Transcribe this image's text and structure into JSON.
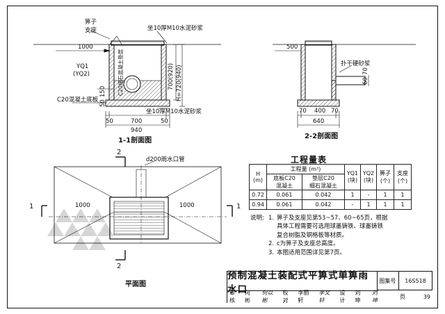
{
  "section_1_1": {
    "title": "1-1剖面图",
    "label_grate": "箅子",
    "label_seat": "支座",
    "label_mortar_top": "坐10厚M10水泥砂浆",
    "label_mortar_bottom": "坐10厚M10水泥砂浆",
    "label_fill": "C20细石混凝土垫层",
    "label_base": "C20混凝土底板",
    "label_pipe_1": "YQ1",
    "label_pipe_2": "(YQ2)",
    "dim_1000": "1000",
    "dim_700_920": "700(920)",
    "dim_h": "H=720(940)",
    "dim_150": "150",
    "dim_50": "50",
    "dim_bottom_50_left": "50",
    "dim_bottom_700": "700",
    "dim_bottom_50_right": "50",
    "dim_bottom_940": "940"
  },
  "section_2_2": {
    "title": "2-2剖面图",
    "label_brick": "扑干硬砂浆",
    "dim_500": "500",
    "dim_60": "60",
    "dim_70": "70",
    "dim_400": "400",
    "dim_bottom_70": "70",
    "dim_640": "640"
  },
  "plan": {
    "title": "平面图",
    "pipe_label": "d200雨水口管",
    "dim_left": "1000",
    "dim_right": "1000",
    "mark_1_left": "1",
    "mark_1_right": "1",
    "mark_2_top": "2",
    "mark_2_bottom": "2"
  },
  "quantity_table": {
    "title": "工程量表",
    "h_col": "H",
    "h_unit": "(m)",
    "qty_head": "工程量 (m³)",
    "col_base": "底板C20",
    "col_base_2": "混凝土",
    "col_fill": "垫层C20",
    "col_fill_2": "细石混凝土",
    "col_yq1": "YQ1",
    "col_yq1_unit": "(块)",
    "col_yq2": "YQ2",
    "col_yq2_unit": "(块)",
    "col_grate": "箅子",
    "col_grate_unit": "(个)",
    "col_seat": "支座",
    "col_seat_unit": "(个)",
    "rows": [
      {
        "h": "0.72",
        "base": "0.061",
        "fill": "0.042",
        "yq1": "1",
        "yq2": "-",
        "grate": "1",
        "seat": "1"
      },
      {
        "h": "0.94",
        "base": "0.061",
        "fill": "0.042",
        "yq1": "-",
        "yq2": "1",
        "grate": "1",
        "seat": "1"
      }
    ]
  },
  "notes": {
    "label": "说明:",
    "items": [
      {
        "num": "1.",
        "text": "箅子及支座见第53~57、60~65页，根据"
      },
      {
        "num": "",
        "text": "具体工程需要可选用球墨铸铁、球墨铸铁"
      },
      {
        "num": "",
        "text": "复合树脂及钢格板等材质。"
      },
      {
        "num": "2.",
        "text": "c为箅子及支座总高度。"
      },
      {
        "num": "3.",
        "text": "本图适用范围详见第7页。"
      }
    ]
  },
  "title_block": {
    "title": "预制混凝土装配式平箅式单箅雨水口",
    "atlas_label": "图集号",
    "atlas_no": "16S518",
    "review_label": "审核",
    "review_name": "何 彬",
    "review_sig": "何以彬",
    "check_label": "校对",
    "check_name": "李丽轩",
    "check_sig": "李文轩",
    "design_label": "设计",
    "design_name": "刘 坤",
    "design_sig": "刘坤",
    "page_label": "页",
    "page_no": "39"
  },
  "colors": {
    "line": "#111111",
    "paper": "#ffffff",
    "watermark": "#d9d9d9"
  }
}
